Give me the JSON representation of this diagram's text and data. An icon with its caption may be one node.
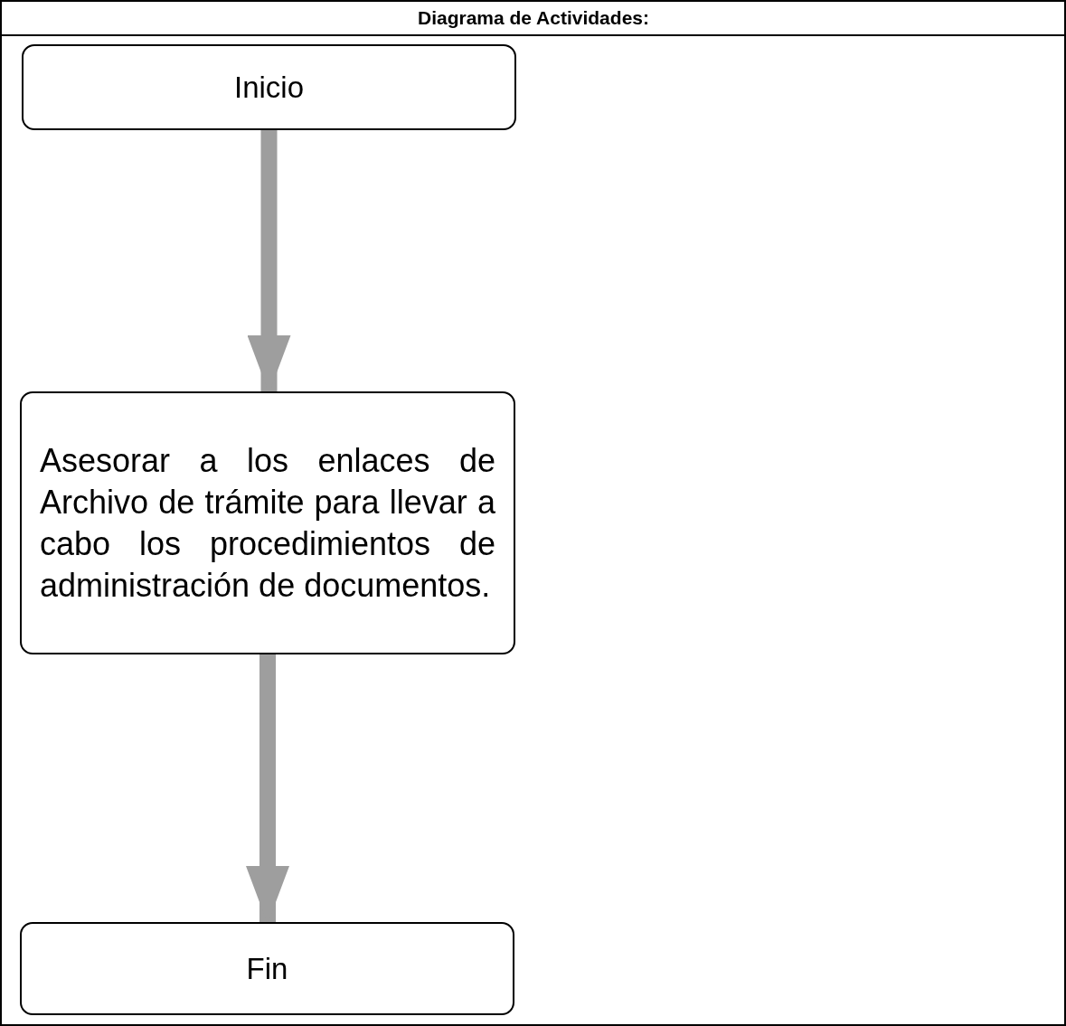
{
  "diagram": {
    "title": "Diagrama de Actividades:",
    "nodes": [
      {
        "text": [
          "Inicio"
        ]
      },
      {
        "text": [
          "Asesorar a los enlaces de Archivo de trámite para llevar a cabo los procedimientos de administración de documentos."
        ]
      },
      {
        "text": [
          "Fin"
        ]
      }
    ],
    "edges": [
      {
        "from": 0,
        "to": 1,
        "arrow": "to"
      },
      {
        "from": 1,
        "to": 2,
        "arrow": "to"
      }
    ]
  }
}
